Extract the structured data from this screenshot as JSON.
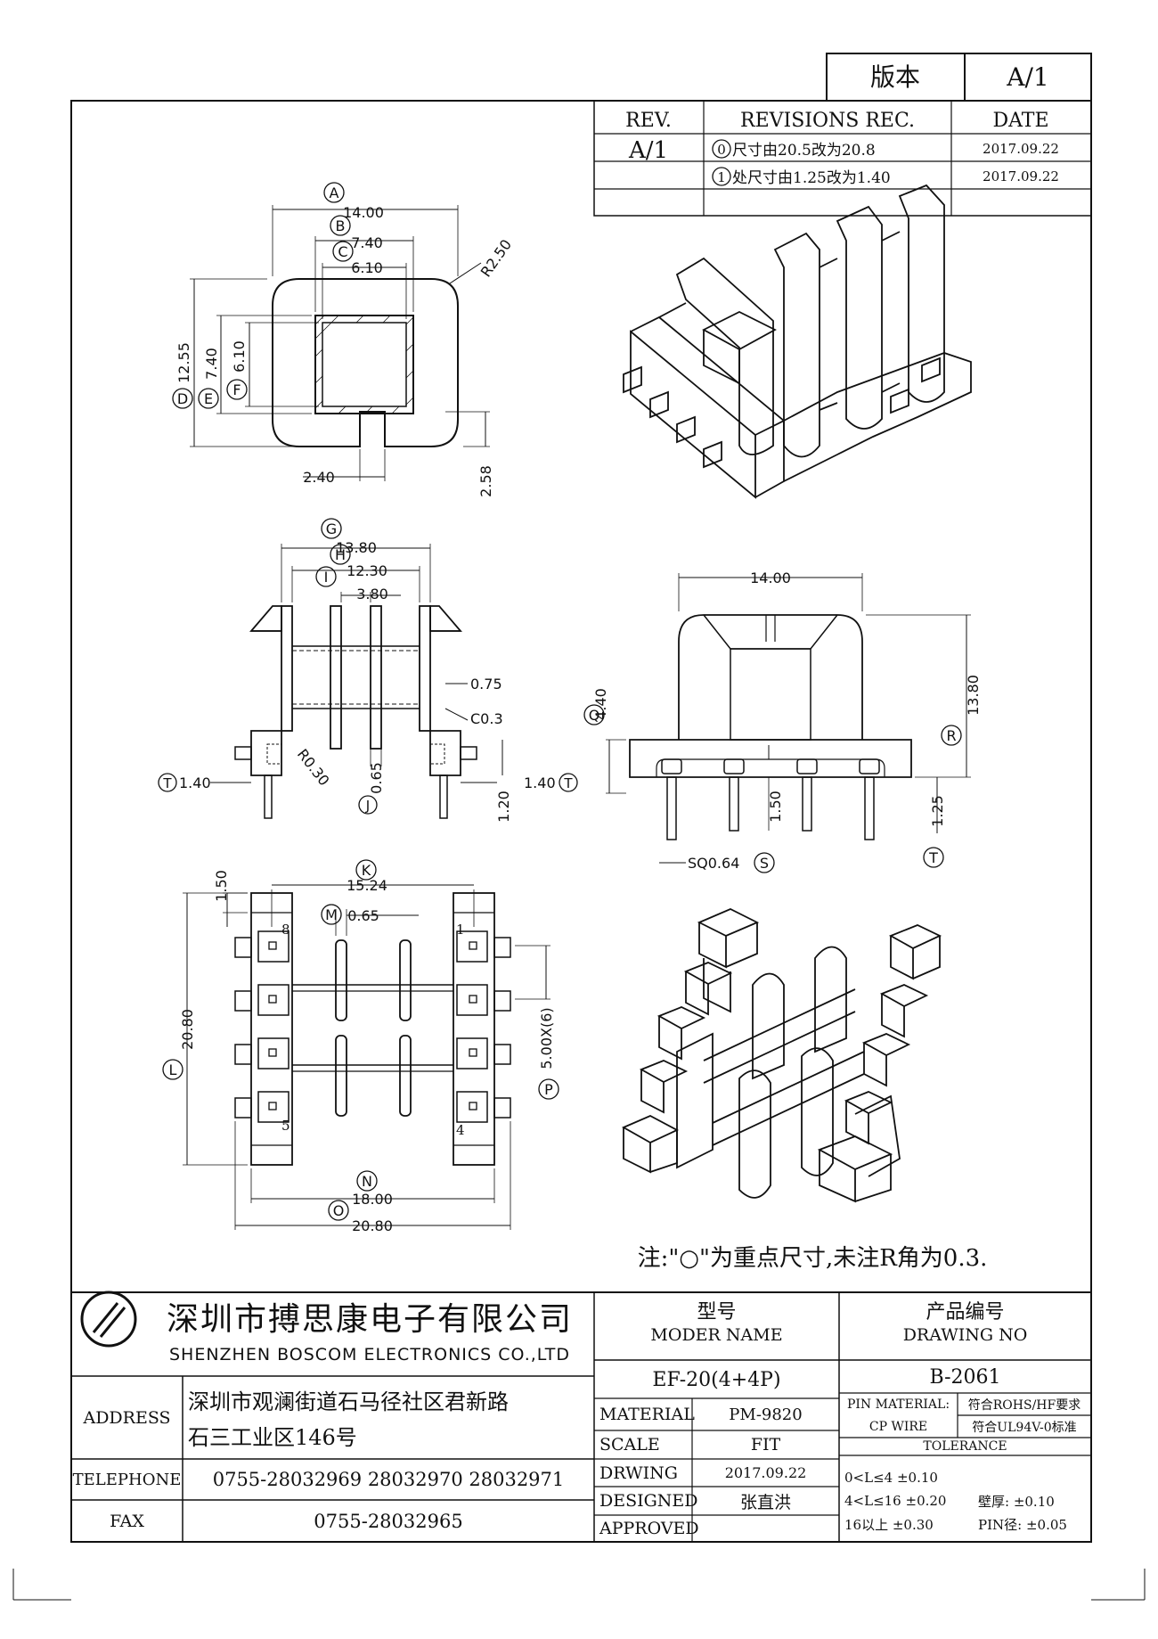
{
  "version_box": {
    "label": "版本",
    "value": "A/1"
  },
  "revisions": {
    "headers": {
      "rev": "REV.",
      "rec": "REVISIONS REC.",
      "date": "DATE"
    },
    "rev_value": "A/1",
    "rows": [
      {
        "mark": "0",
        "text": "尺寸由20.5改为20.8",
        "date": "2017.09.22"
      },
      {
        "mark": "1",
        "text": "处尺寸由1.25改为1.40",
        "date": "2017.09.22"
      }
    ]
  },
  "dims": {
    "top": {
      "a": "14.00",
      "b": "7.40",
      "c": "6.10",
      "r": "R2.50",
      "d": "12.55",
      "e": "7.40",
      "f": "6.10",
      "slot_w": "2.40",
      "slot_h": "2.58"
    },
    "side": {
      "g": "13.80",
      "h": "12.30",
      "i": "3.80",
      "wall": "0.75",
      "chamfer": "C0.3",
      "radius": "R0.30",
      "j": "0.65",
      "pin_l": "1.40",
      "pin_r": "1.40",
      "pin_h": "1.20"
    },
    "front": {
      "w": "14.00",
      "h": "13.80",
      "q": "4.40",
      "pin": "1.50",
      "t": "1.25",
      "sq": "SQ0.64"
    },
    "bottom": {
      "k": "15.24",
      "m": "0.65",
      "top": "1.50",
      "l": "20.80",
      "p": "5.00X(6)",
      "n": "18.00",
      "o": "20.80",
      "pins": [
        "8",
        "1",
        "5",
        "4"
      ]
    },
    "letters": [
      "A",
      "B",
      "C",
      "D",
      "E",
      "F",
      "G",
      "H",
      "I",
      "J",
      "K",
      "L",
      "M",
      "N",
      "O",
      "P",
      "Q",
      "R",
      "S",
      "T"
    ]
  },
  "note": "注:\"○\"为重点尺寸,未注R角为0.3.",
  "title_block": {
    "company_cn": "深圳市搏思康电子有限公司",
    "company_en": "SHENZHEN BOSCOM ELECTRONICS CO.,LTD",
    "model_cn": "型号",
    "model_en": "MODER NAME",
    "model_value": "EF-20(4+4P)",
    "drawing_cn": "产品编号",
    "drawing_en": "DRAWING NO",
    "drawing_value": "B-2061",
    "address_label": "ADDRESS",
    "address_line1": "深圳市观澜街道石马径社区君新路",
    "address_line2": "石三工业区146号",
    "telephone_label": "TELEPHONE",
    "telephone_value": "0755-28032969 28032970 28032971",
    "fax_label": "FAX",
    "fax_value": "0755-28032965",
    "material_label": "MATERIAL",
    "material_value": "PM-9820",
    "scale_label": "SCALE",
    "scale_value": "FIT",
    "drwing_label": "DRWING",
    "drwing_value": "2017.09.22",
    "designed_label": "DESIGNED",
    "designed_value": "张直洪",
    "approved_label": "APPROVED",
    "approved_value": "",
    "pin_material_label": "PIN MATERIAL:",
    "pin_material_value": "符合ROHS/HF要求",
    "cp_wire_label": "CP WIRE",
    "cp_wire_value": "符合UL94V-0标准",
    "tolerance_label": "TOLERANCE",
    "tolerance_rows": [
      "0<L≤4  ±0.10",
      "4<L≤16  ±0.20",
      "16以上  ±0.30"
    ],
    "wall_tol": "壁厚: ±0.10",
    "pin_tol": "PIN径: ±0.05"
  }
}
